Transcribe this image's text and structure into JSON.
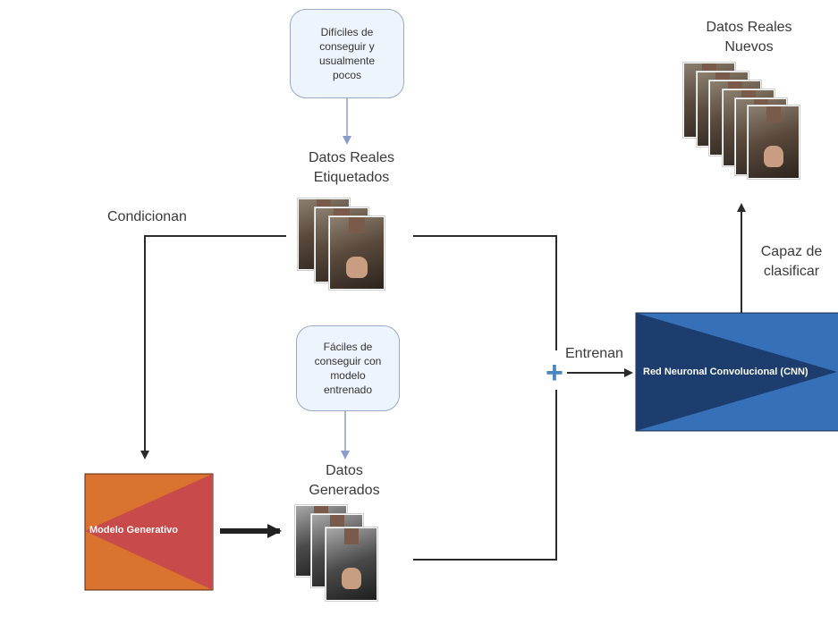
{
  "notes": {
    "hard": "Difíciles de\nconseguir y\nusualmente\npocos",
    "easy": "Fáciles de\nconseguir con\nmodelo\nentrenado"
  },
  "labels": {
    "real_labeled": "Datos Reales\nEtiquetados",
    "generated": "Datos\nGenerados",
    "real_new": "Datos Reales\nNuevos",
    "condition": "Condicionan",
    "train": "Entrenan",
    "classify": "Capaz de\nclasificar"
  },
  "boxes": {
    "generative": "Modelo Generativo",
    "cnn": "Red Neuronal Convolucional (CNN)"
  },
  "plus_symbol": "+",
  "colors": {
    "generative_bg": "#d9732f",
    "generative_triangle": "#c84a4a",
    "cnn_bg": "#3670b8",
    "cnn_triangle": "#1c3d6e",
    "arrow_line": "#2b2b2b",
    "note_arrow": "#8a9cc8",
    "plus": "#4a86c5"
  }
}
